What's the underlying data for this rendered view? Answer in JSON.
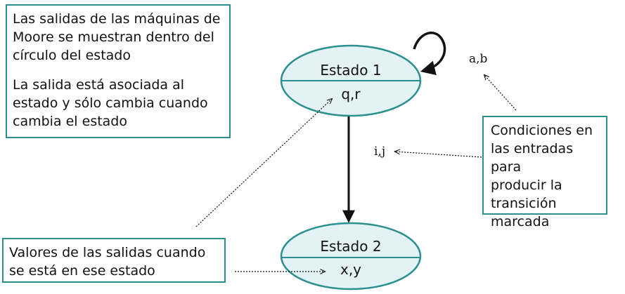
{
  "notes": {
    "moore_line1": "Las salidas de las máquinas de",
    "moore_line2": "Moore se muestran dentro del",
    "moore_line3": "círculo del estado",
    "moore_line4": "La salida está asociada al",
    "moore_line5": "estado y sólo cambia cuando",
    "moore_line6": "cambia el estado",
    "cond_line1": "Condiciones en",
    "cond_line2": "las entradas para",
    "cond_line3": "producir la",
    "cond_line4": "transición",
    "cond_line5": "marcada",
    "vals_line1": "Valores de las salidas cuando",
    "vals_line2": "se está en ese estado"
  },
  "states": [
    {
      "name": "Estado 1",
      "outputs": "q,r"
    },
    {
      "name": "Estado 2",
      "outputs": "x,y"
    }
  ],
  "transitions": {
    "self_loop_label": "a,b",
    "transition_label": "i,j"
  },
  "colors": {
    "state_fill": "#e2f2f5",
    "state_stroke": "#2a8f8f",
    "box_border": "#2a8f8f"
  }
}
